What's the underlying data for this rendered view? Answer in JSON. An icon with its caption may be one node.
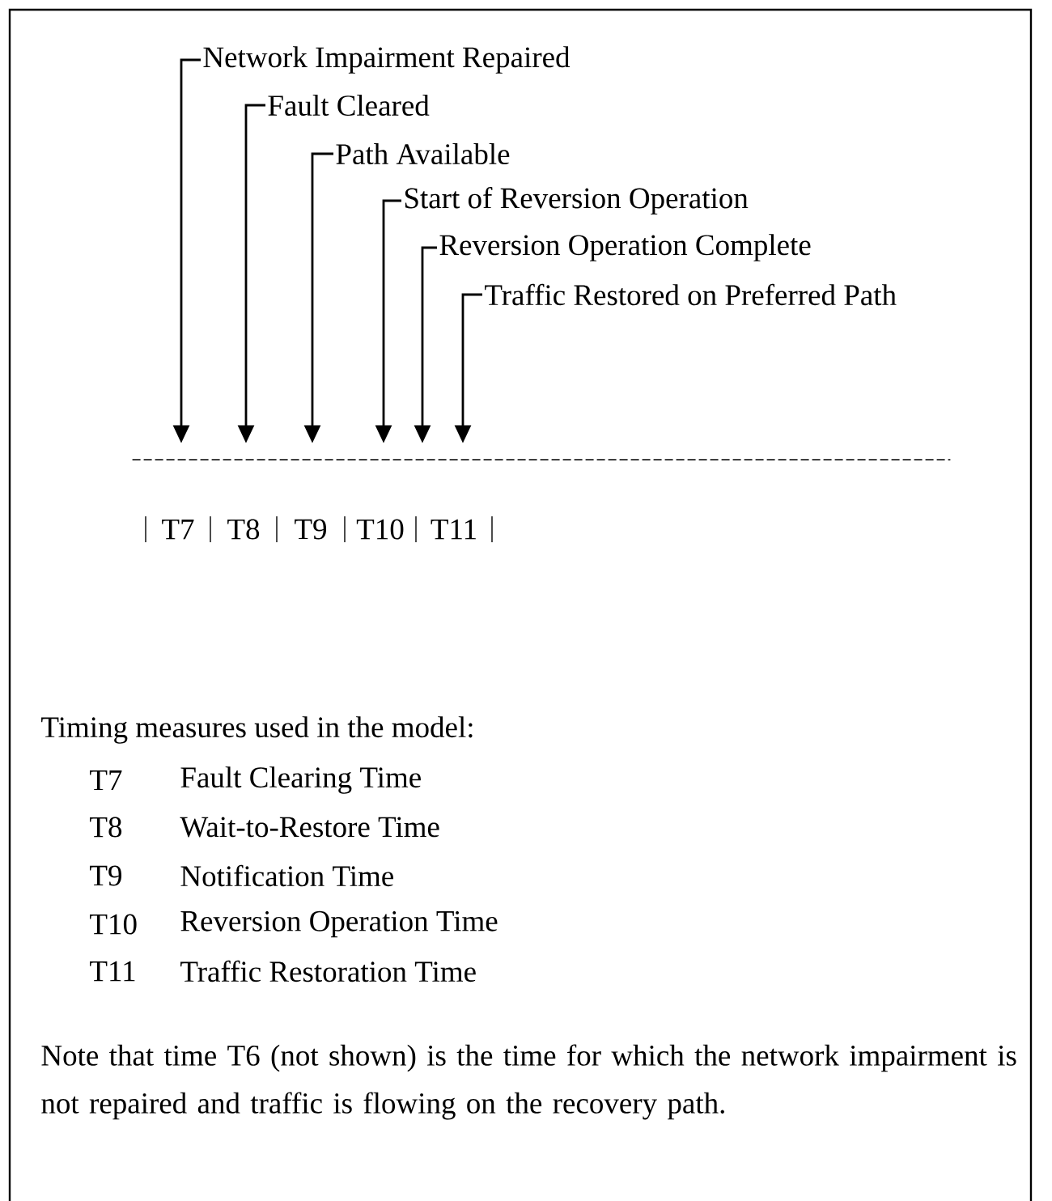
{
  "diagram": {
    "nodes": [
      {
        "text": [
          "Network Impairment Repaired"
        ]
      },
      {
        "text": [
          "Fault Cleared"
        ]
      },
      {
        "text": [
          "Path  Available"
        ]
      },
      {
        "text": [
          "Start of Reversion Operation"
        ]
      },
      {
        "text": [
          "Reversion Operation Complete"
        ]
      },
      {
        "text": [
          "Traffic Restored on Preferred Path"
        ]
      },
      {
        "text": [],
        "shape": "line"
      }
    ],
    "edges": [
      {
        "from": 0,
        "to": 6,
        "arrow": "to"
      },
      {
        "from": 1,
        "to": 6,
        "arrow": "to"
      },
      {
        "from": 2,
        "to": 6,
        "arrow": "to"
      },
      {
        "from": 3,
        "to": 6,
        "arrow": "to"
      },
      {
        "from": 4,
        "to": 6,
        "arrow": "to"
      },
      {
        "from": 5,
        "to": 6,
        "arrow": "to"
      }
    ],
    "labels": [
      "T7",
      "T8",
      "T9",
      "T10",
      "T11",
      "Timing measures used in the model:",
      "T7",
      "Fault Clearing Time",
      "T8",
      "Wait-to-Restore Time",
      "T9",
      "Notification Time",
      "T10",
      "Reversion Operation Time",
      "T11",
      "Traffic Restoration Time",
      "Note that time T6 (not shown) is the time for which the network impairment is not repaired and traffic is flowing on the recovery path."
    ]
  }
}
